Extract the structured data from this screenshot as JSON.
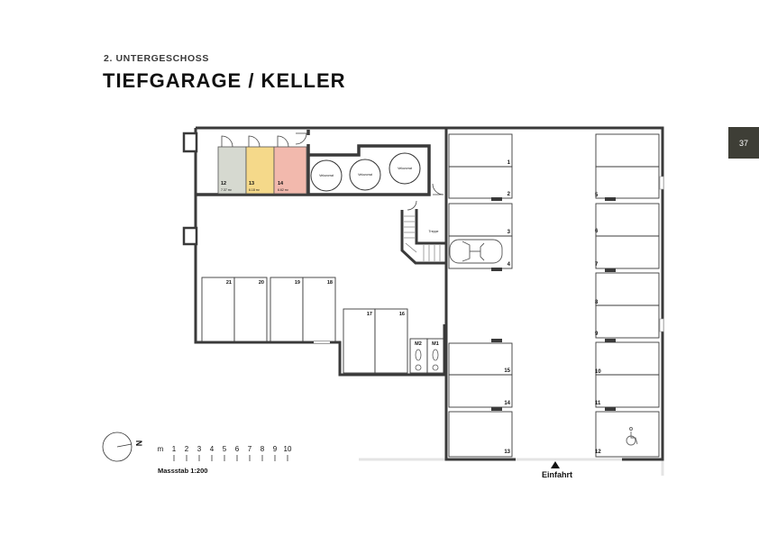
{
  "header": {
    "subtitle": "2. UNTERGESCHOSS",
    "title": "TIEFGARAGE / KELLER"
  },
  "page_number": "37",
  "colors": {
    "wall": "#3a3a3a",
    "cell_12": "#d6d9d0",
    "cell_13": "#f5d98a",
    "cell_14": "#f2b9ad",
    "page_tab": "#3e3e36"
  },
  "cellars": [
    {
      "num": "12",
      "area": "7.37 m²"
    },
    {
      "num": "13",
      "area": "6.18 m²"
    },
    {
      "num": "14",
      "area": "6.62 m²"
    }
  ],
  "tanks": [
    "Velovorrat",
    "Velovorrat",
    "Velovorrat"
  ],
  "stair_label": "Treppe",
  "storage_left": [
    "21",
    "20",
    "19",
    "18"
  ],
  "storage_mid": [
    "17",
    "16"
  ],
  "moto": [
    "M2",
    "M1"
  ],
  "parking_left": [
    "1",
    "2",
    "3",
    "4",
    "15",
    "14",
    "13"
  ],
  "parking_right": [
    "5",
    "6",
    "7",
    "8",
    "9",
    "10",
    "11",
    "12"
  ],
  "entrance_label": "Einfahrt",
  "north_label": "N",
  "scale": {
    "unit": "m",
    "ticks": [
      "1",
      "2",
      "3",
      "4",
      "5",
      "6",
      "7",
      "8",
      "9",
      "10"
    ],
    "label": "Massstab 1:200"
  }
}
